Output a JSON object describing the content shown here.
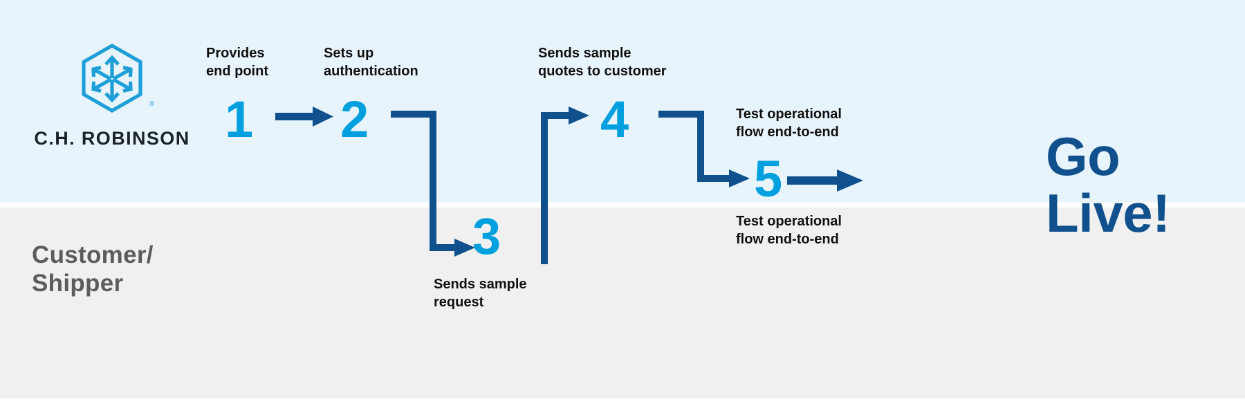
{
  "colors": {
    "band_top": "#e8f4fc",
    "band_bottom": "#f0f0f0",
    "brand_cyan": "#00a0df",
    "brand_navy": "#10508c",
    "connector_navy": "#10508c",
    "text_dark": "#12100e",
    "lane_grey": "#5c5c5c"
  },
  "brand": {
    "logo_icon": "hexagon-arrows-icon",
    "wordmark": "C.H. ROBINSON",
    "registered_mark": "®"
  },
  "lanes": {
    "top": {
      "name": "C.H. Robinson",
      "label": ""
    },
    "bottom": {
      "name": "Customer/Shipper",
      "label": "Customer/\nShipper",
      "line1": "Customer/",
      "line2": "Shipper"
    }
  },
  "steps": [
    {
      "number": "1",
      "lane": "top",
      "caption": "Provides end point",
      "caption_line1": "Provides",
      "caption_line2": "end point"
    },
    {
      "number": "2",
      "lane": "top",
      "caption": "Sets up authentication",
      "caption_line1": "Sets up",
      "caption_line2": "authentication"
    },
    {
      "number": "3",
      "lane": "bottom",
      "caption": "Sends sample request",
      "caption_line1": "Sends sample",
      "caption_line2": "request"
    },
    {
      "number": "4",
      "lane": "top",
      "caption": "Sends sample quotes to customer",
      "caption_line1": "Sends sample",
      "caption_line2": "quotes to customer"
    },
    {
      "number": "5",
      "lane": "both",
      "caption_top": "Test operational flow end-to-end",
      "caption_top_line1": "Test operational",
      "caption_top_line2": "flow end-to-end",
      "caption_bottom": "Test operational flow end-to-end",
      "caption_bottom_line1": "Test operational",
      "caption_bottom_line2": "flow end-to-end"
    }
  ],
  "connectors": [
    {
      "name": "arrow-1-to-2",
      "type": "straight-right"
    },
    {
      "name": "elbow-2-to-3",
      "type": "right-down-right"
    },
    {
      "name": "elbow-3-to-4",
      "type": "right-up-right"
    },
    {
      "name": "elbow-4-to-5",
      "type": "right-down-right"
    },
    {
      "name": "arrow-5-to-go-live",
      "type": "straight-right"
    }
  ],
  "outcome": {
    "line1": "Go",
    "line2": "Live!",
    "text": "Go Live!"
  }
}
